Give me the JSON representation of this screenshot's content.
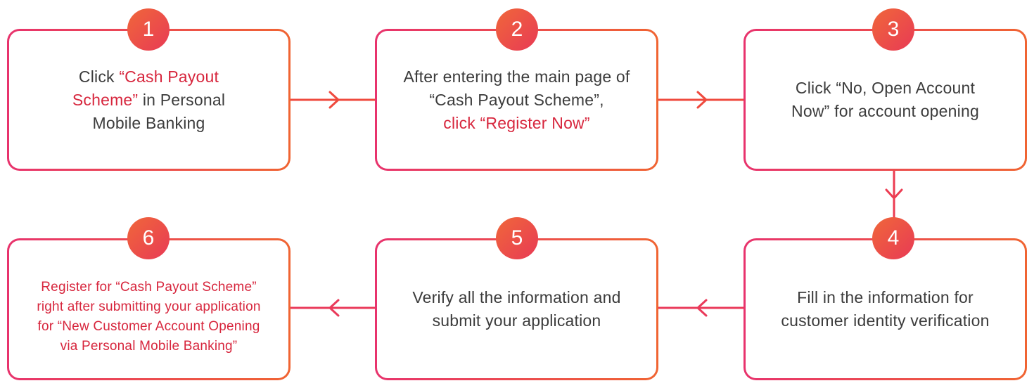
{
  "steps": [
    {
      "number": "1",
      "segments": [
        {
          "text": "Click ",
          "highlight": false
        },
        {
          "text": "“Cash Payout Scheme”",
          "highlight": true
        },
        {
          "text": " in Personal Mobile Banking",
          "highlight": false
        }
      ]
    },
    {
      "number": "2",
      "segments": [
        {
          "text": "After entering the main page of “Cash Payout Scheme”,",
          "highlight": false
        },
        {
          "text": "click “Register Now”",
          "highlight": true
        }
      ]
    },
    {
      "number": "3",
      "segments": [
        {
          "text": "Click “No, Open Account Now” for account opening",
          "highlight": false
        }
      ]
    },
    {
      "number": "4",
      "segments": [
        {
          "text": "Fill in the information for customer identity verification",
          "highlight": false
        }
      ]
    },
    {
      "number": "5",
      "segments": [
        {
          "text": "Verify all the information and submit your application",
          "highlight": false
        }
      ]
    },
    {
      "number": "6",
      "segments": [
        {
          "text": "Register for “Cash Payout Scheme” right after submitting your application for “New Customer Account Opening via Personal Mobile Banking”",
          "highlight": true
        }
      ]
    }
  ],
  "colors": {
    "accent_start": "#e8336d",
    "accent_end": "#f06432",
    "highlight_text": "#d7263d",
    "body_text": "#3c3c3c"
  }
}
